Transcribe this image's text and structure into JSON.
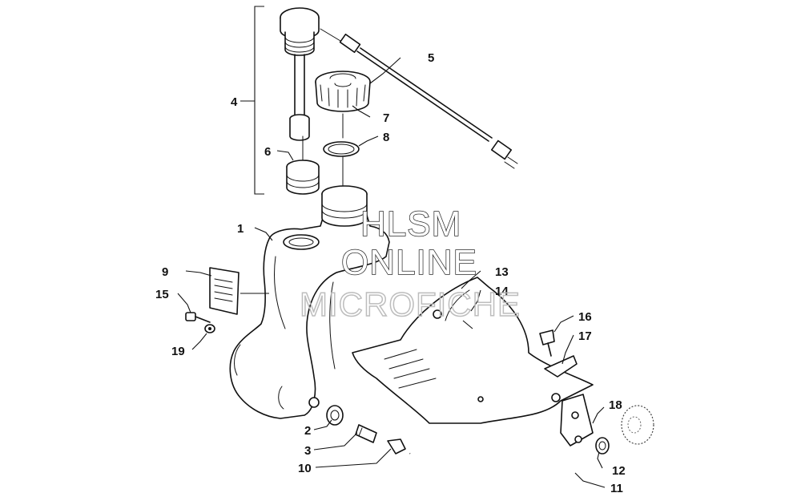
{
  "diagram": {
    "callouts": [
      "1",
      "2",
      "3",
      "4",
      "5",
      "6",
      "7",
      "8",
      "9",
      "10",
      "11",
      "12",
      "13",
      "14",
      "15",
      "16",
      "17",
      "18",
      "19"
    ]
  },
  "watermark": {
    "line1": "HLSM",
    "line2": "ONLINE",
    "line3": "MICROFICHE"
  }
}
